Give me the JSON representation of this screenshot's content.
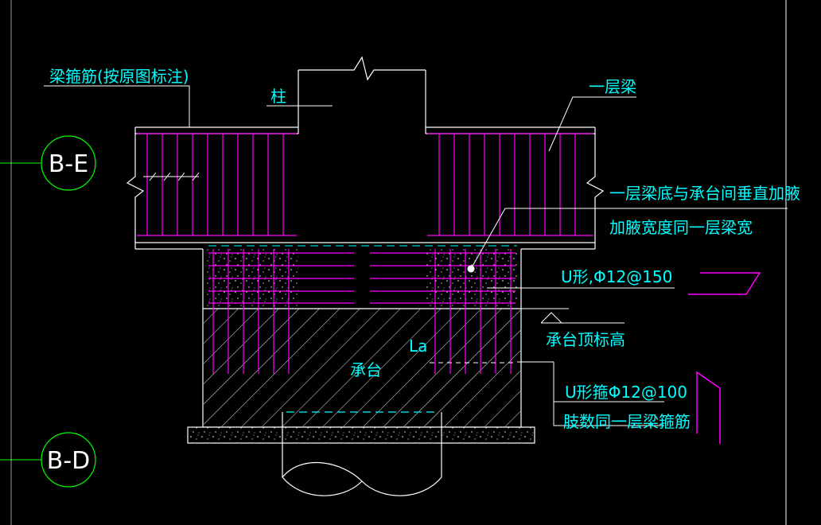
{
  "colors": {
    "background": "#000000",
    "line": "#ffffff",
    "rebar": "#ff00ff",
    "text": "#00ffff",
    "grid": "#00ff00",
    "dash": "#00ffff"
  },
  "labels": {
    "beam_stirrup": "梁箍筋(按原图标注)",
    "column": "柱",
    "first_floor_beam": "一层梁",
    "haunch_note_1": "一层梁底与承台间垂直加腋",
    "haunch_note_2": "加腋宽度同一层梁宽",
    "u_bar_150": "U形,Φ12@150",
    "cap_top_elevation": "承台顶标高",
    "cap": "承台",
    "la": "La",
    "u_stirrup_100": "U形箍Φ12@100",
    "limb_count": "肢数同一层梁箍筋"
  },
  "grid": {
    "axis_be": "B-E",
    "axis_bd": "B-D"
  },
  "icons": {
    "u_bar_symbol": "u-bar-symbol-icon",
    "u_stirrup_symbol": "u-stirrup-symbol-icon",
    "break_mark": "break-line-icon"
  }
}
